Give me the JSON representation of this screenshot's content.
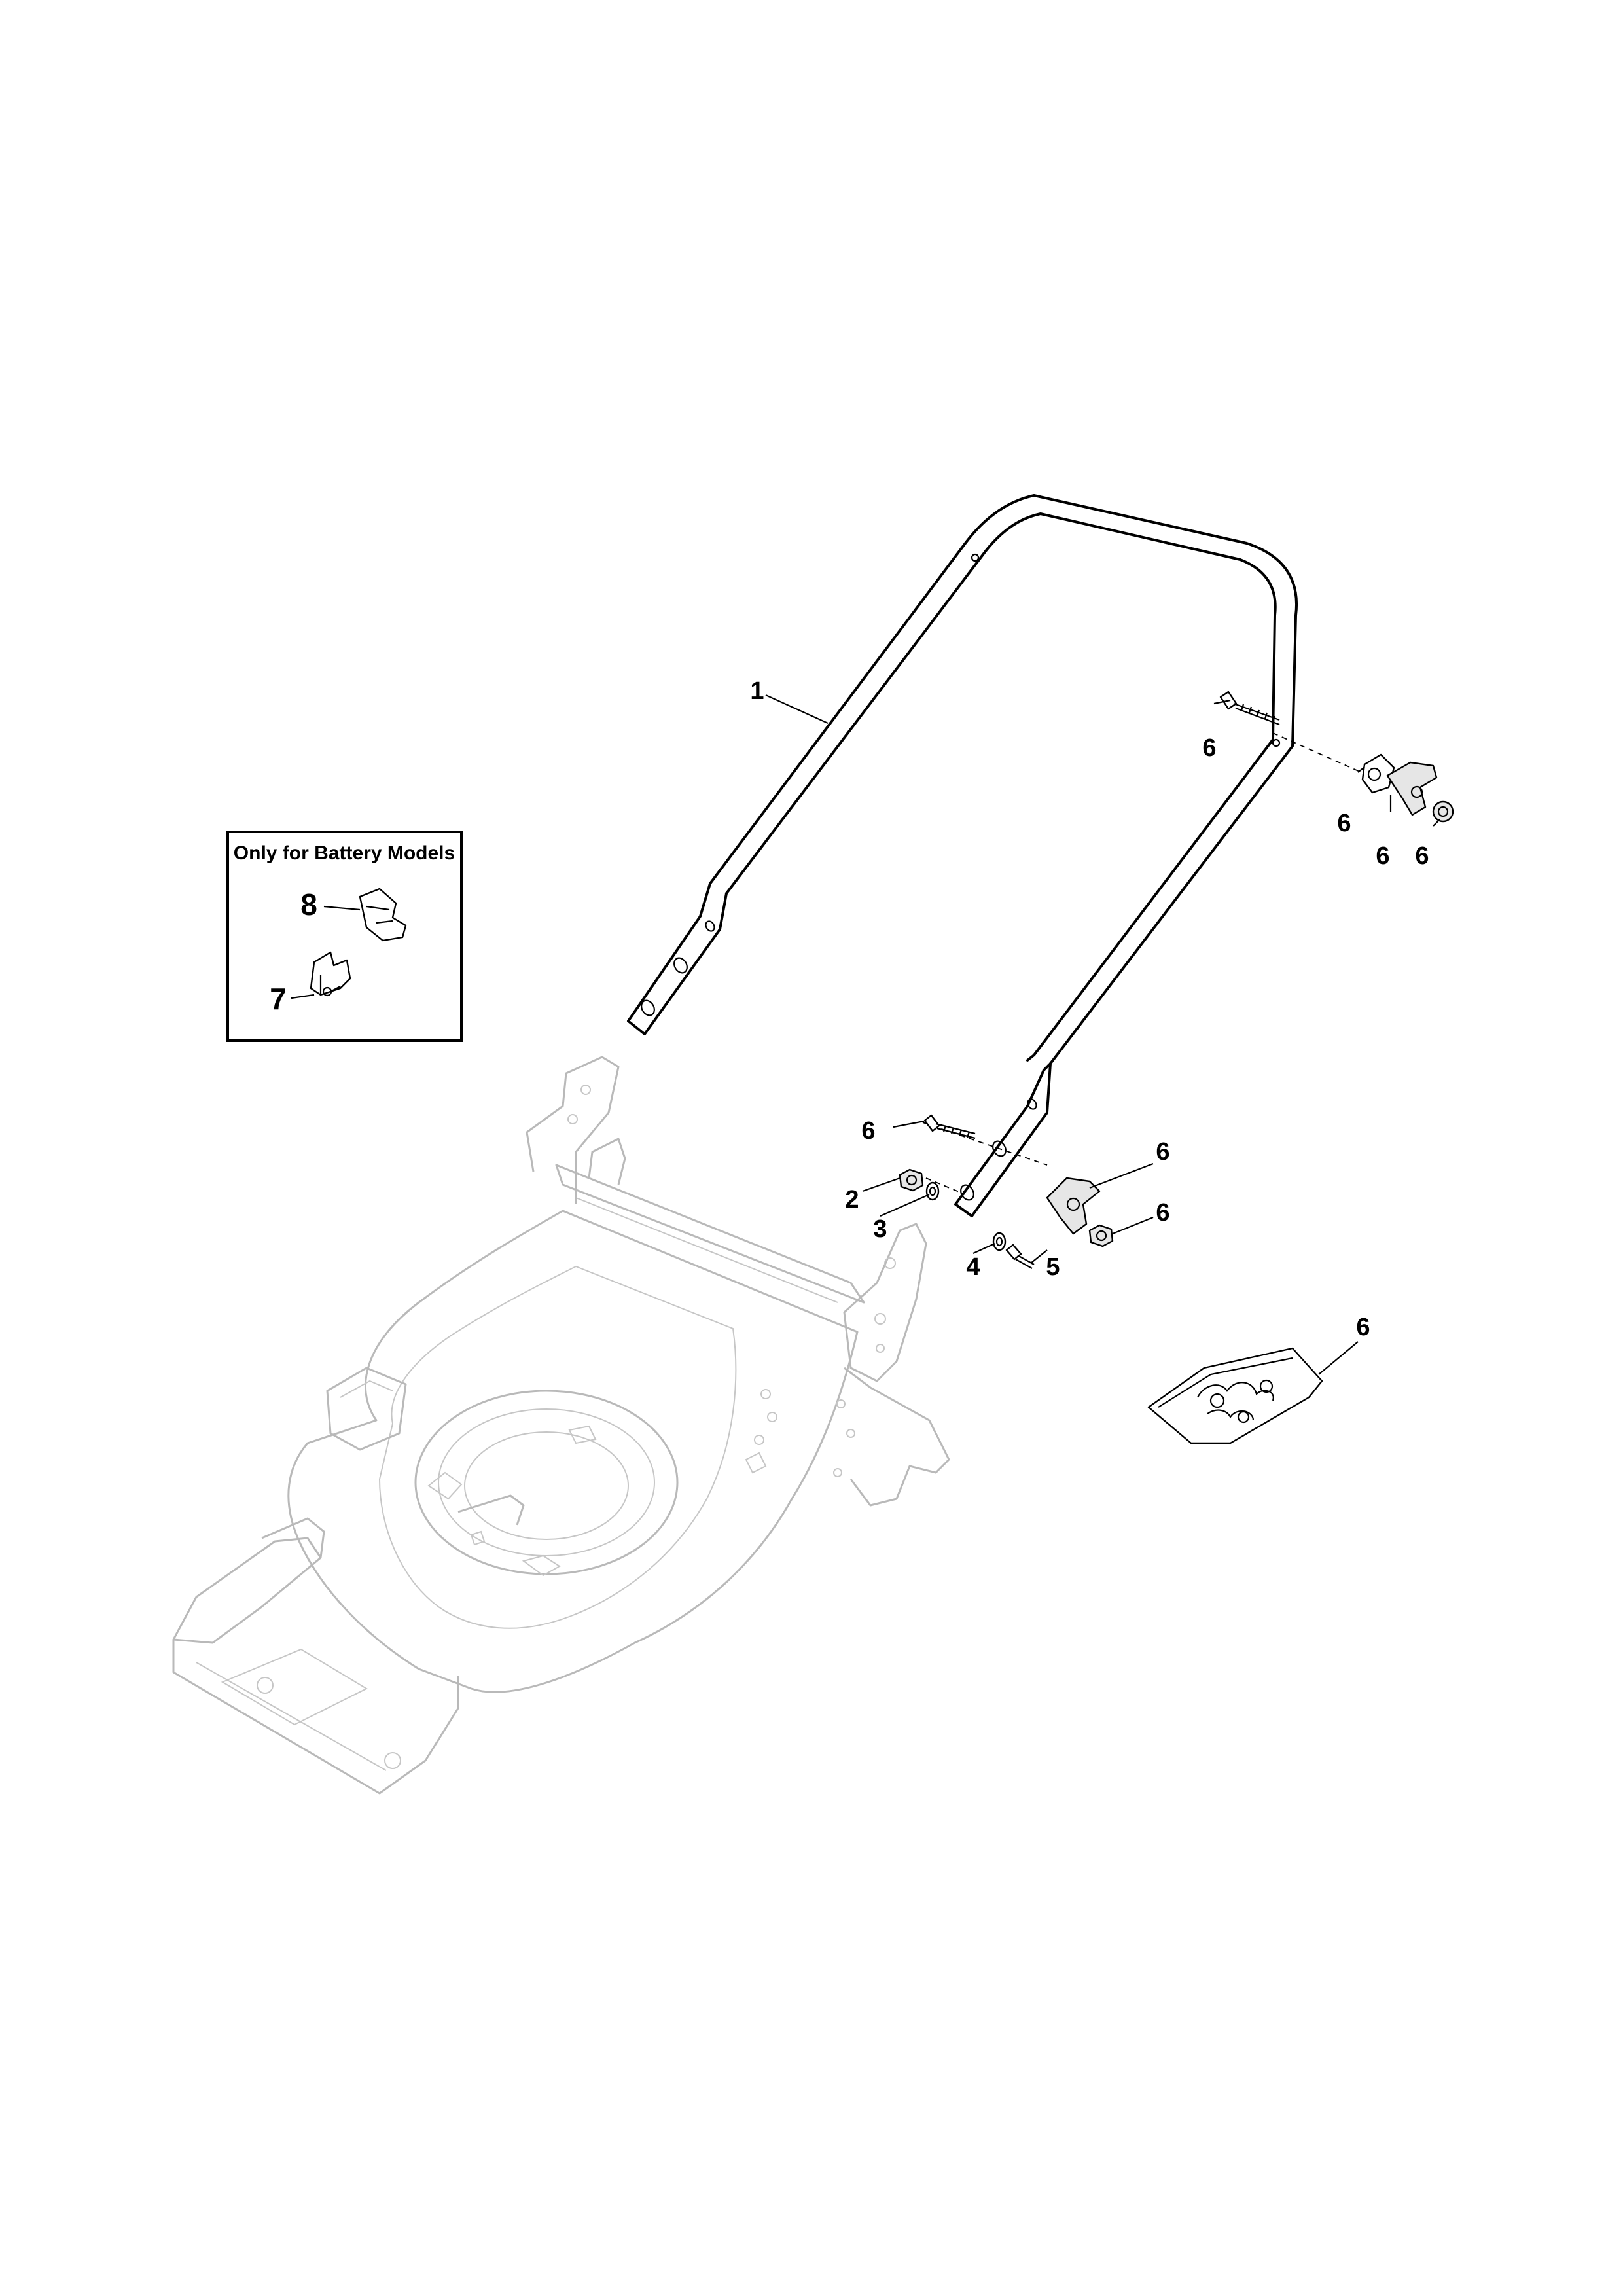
{
  "box": {
    "title": "Only for Battery Models"
  },
  "callouts": {
    "handle": "1",
    "nut_left": "2",
    "washer_left": "3",
    "washer_lower": "4",
    "screw_lower": "5",
    "bolt_upper": "6",
    "knob_upper_base": "6",
    "knob_upper_lever": "6",
    "knob_upper_nut": "6",
    "bolt_lower": "6",
    "knob_lower": "6",
    "nut_lower_right": "6",
    "kit_bag": "6",
    "battery_clip": "8",
    "battery_bracket": "7"
  }
}
